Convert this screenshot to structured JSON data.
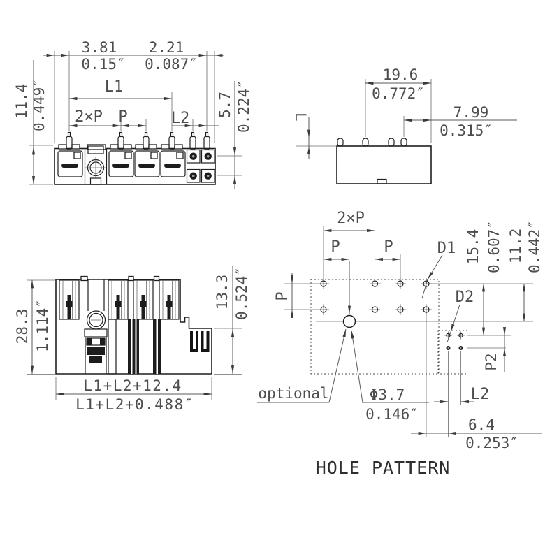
{
  "front_view": {
    "dim_381_mm": "3.81",
    "dim_381_in": "0.15″",
    "dim_221_mm": "2.21",
    "dim_221_in": "0.087″",
    "dim_l1": "L1",
    "dim_2xp": "2×P",
    "dim_p": "P",
    "dim_l2": "L2",
    "dim_114_mm": "11.4",
    "dim_114_in": "0.449″",
    "dim_57_mm": "5.7",
    "dim_57_in": "0.224″"
  },
  "top_view": {
    "dim_196_mm": "19.6",
    "dim_196_in": "0.772″",
    "dim_799_mm": "7.99",
    "dim_799_in": "0.315″",
    "dim_pin_length": "L"
  },
  "side_view": {
    "dim_283_mm": "28.3",
    "dim_283_in": "1.114″",
    "dim_133_mm": "13.3",
    "dim_133_in": "0.524″",
    "dim_total_mm": "L1+L2+12.4",
    "dim_total_in": "L1+L2+0.488″"
  },
  "hole_pattern": {
    "title": "HOLE PATTERN",
    "dim_2xp": "2×P",
    "dim_p_left": "P",
    "dim_p_right": "P",
    "dim_p_vert": "P",
    "label_d1": "D1",
    "label_d2": "D2",
    "dim_154_mm": "15.4",
    "dim_154_in": "0.607″",
    "dim_112_mm": "11.2",
    "dim_112_in": "0.442″",
    "dim_p2": "P2",
    "dim_l2": "L2",
    "dim_dia_mm": "Φ3.7",
    "dim_dia_in": "0.146″",
    "dim_64_mm": "6.4",
    "dim_64_in": "0.253″",
    "label_optional": "optional"
  }
}
